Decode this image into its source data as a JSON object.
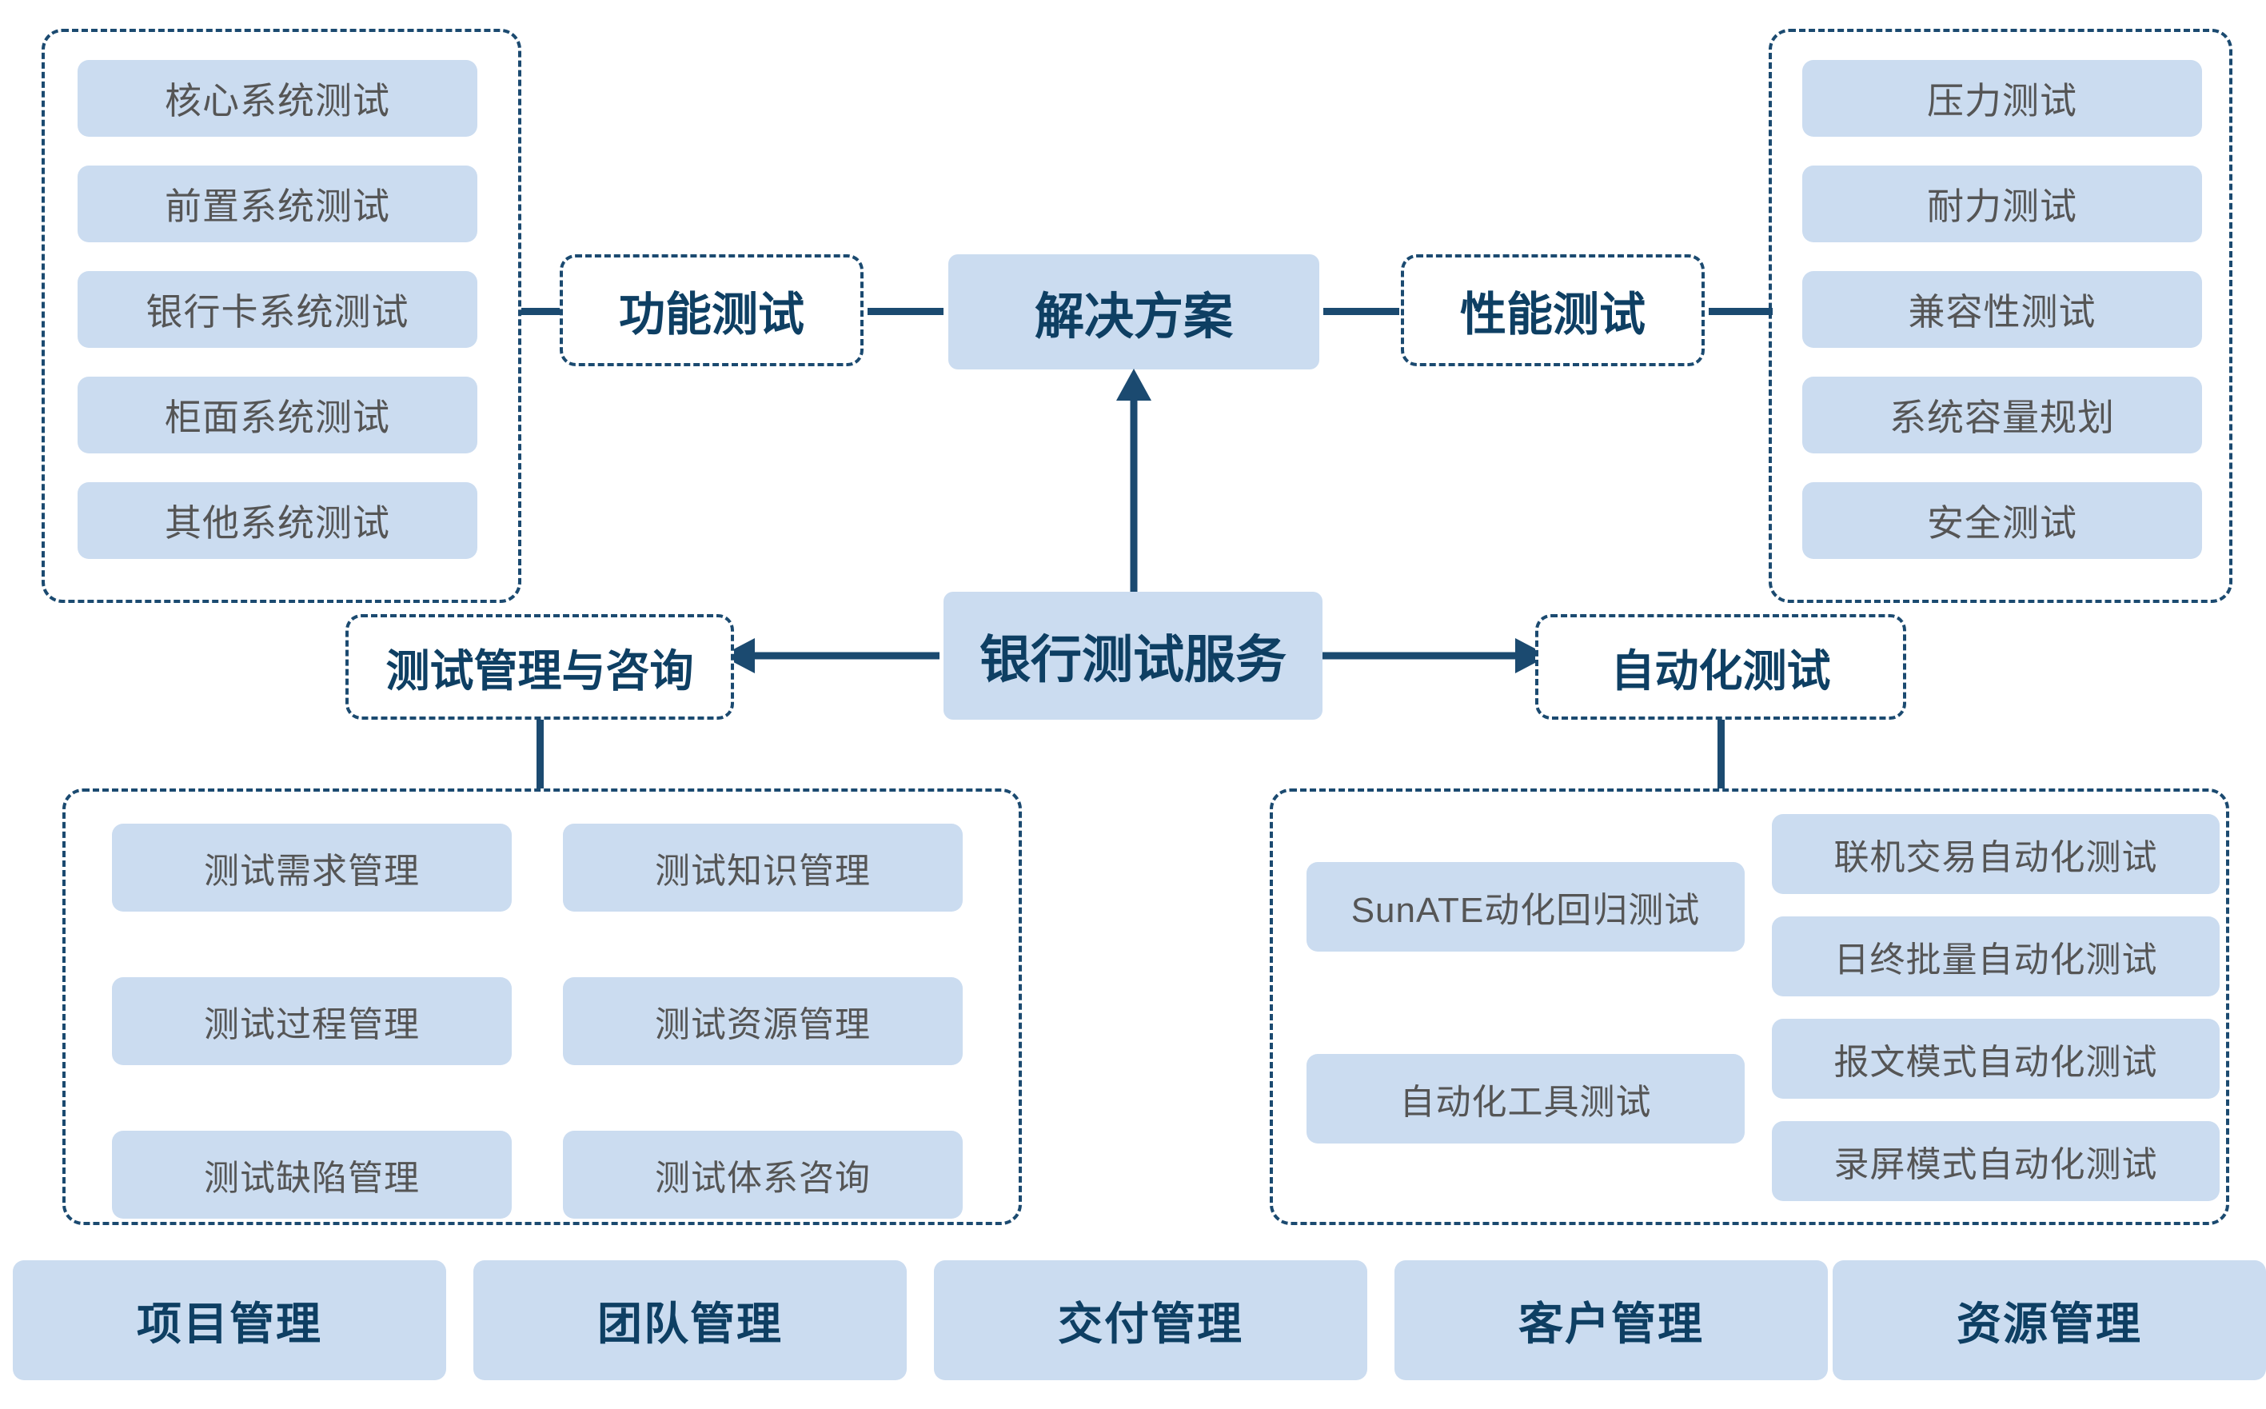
{
  "diagram": {
    "title": "银行测试服务解决方案",
    "colors": {
      "chip_fill": "#cbdcf0",
      "navy": "#1b4a70",
      "navy_text": "#0e3f63",
      "chip_text": "#555555"
    }
  },
  "center": {
    "solution_label": "解决方案",
    "root_label": "银行测试服务"
  },
  "branches": {
    "functional": {
      "label": "功能测试",
      "items": [
        "核心系统测试",
        "前置系统测试",
        "银行卡系统测试",
        "柜面系统测试",
        "其他系统测试"
      ]
    },
    "performance": {
      "label": "性能测试",
      "items": [
        "压力测试",
        "耐力测试",
        "兼容性测试",
        "系统容量规划",
        "安全测试"
      ]
    },
    "management": {
      "label": "测试管理与咨询",
      "items_left": [
        "测试需求管理",
        "测试过程管理",
        "测试缺陷管理"
      ],
      "items_right": [
        "测试知识管理",
        "测试资源管理",
        "测试体系咨询"
      ]
    },
    "automation": {
      "label": "自动化测试",
      "items_left": [
        "SunATE动化回归测试",
        "自动化工具测试"
      ],
      "items_right": [
        "联机交易自动化测试",
        "日终批量自动化测试",
        "报文模式自动化测试",
        "录屏模式自动化测试"
      ]
    }
  },
  "bottom_bar": {
    "items": [
      "项目管理",
      "团队管理",
      "交付管理",
      "客户管理",
      "资源管理"
    ]
  }
}
